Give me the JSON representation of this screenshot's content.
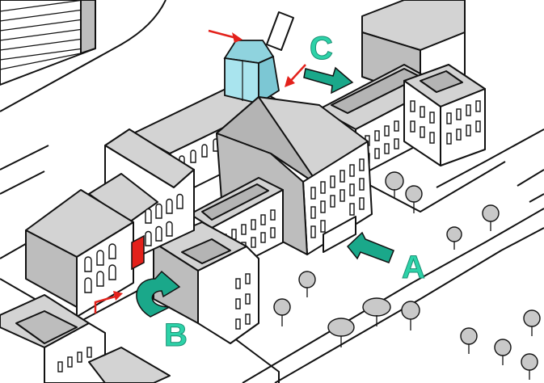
{
  "labels": {
    "entrance_a": "A",
    "entrance_b": "B",
    "entrance_c": "C"
  },
  "colors": {
    "entrance_arrow": "#1aa88a",
    "label": "#2dd2a8",
    "pointer": "#e3211b",
    "annex": "#a9e4ee",
    "highlight_door": "#e3211b"
  },
  "icons": {
    "entrance_a_arrow": "arrow-icon",
    "entrance_b_arrow": "curved-arrow-icon",
    "entrance_c_arrow": "arrow-icon",
    "pointer": "red-arrow-icon"
  }
}
